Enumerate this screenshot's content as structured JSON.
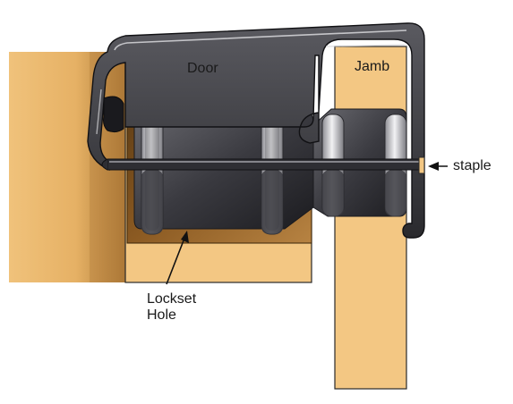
{
  "labels": {
    "door": "Door",
    "jamb": "Jamb",
    "staple": "staple",
    "lockset_line1": "Lockset",
    "lockset_line2": "Hole"
  },
  "colors": {
    "wood": "#f3c783",
    "wood_dark": "#d09a4e",
    "wood_outline": "#2a2a2a",
    "lockset_body": "#3c3c42",
    "lockset_roller": "#cfcfd3",
    "hole_brown": "#8a5a24",
    "guard_body": "#3a3a3e",
    "guard_highlight": "#d8d8dc",
    "bar": "#2e2e33"
  }
}
